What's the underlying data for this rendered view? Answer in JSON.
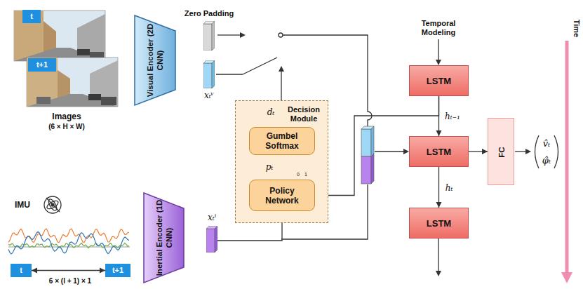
{
  "diagram": {
    "nodes": [
      {
        "text": [
          "t"
        ]
      },
      {
        "text": [
          "t+1"
        ]
      },
      {
        "text": [
          "Visual Encoder (2D CNN)"
        ]
      },
      {
        "text": [
          "Zero Padding"
        ]
      },
      {
        "text": [
          "xₜᵛ"
        ]
      },
      {
        "text": [
          "Decision Module"
        ]
      },
      {
        "text": [
          "Gumbel Softmax"
        ],
        "in": 5
      },
      {
        "text": [
          "Policy Network"
        ],
        "in": 5
      },
      {
        "text": [
          "LSTM"
        ]
      },
      {
        "text": [
          "LSTM"
        ]
      },
      {
        "text": [
          "LSTM"
        ]
      },
      {
        "text": [
          "FC"
        ]
      },
      {
        "text": [
          "Inertial Encoder (1D CNN)"
        ]
      },
      {
        "text": [
          "xₜⁱ"
        ]
      },
      {
        "text": [
          "t"
        ]
      },
      {
        "text": [
          "t+1"
        ]
      }
    ],
    "edges": [
      {
        "from": 13,
        "to": 7,
        "arrow": "to"
      },
      {
        "from": 7,
        "to": 6,
        "arrow": "to",
        "label": "pₜ"
      },
      {
        "from": 8,
        "to": 9,
        "arrow": "to",
        "label": "hₜ₋₁"
      },
      {
        "from": 8,
        "to": 7,
        "arrow": "to"
      },
      {
        "from": 9,
        "to": 10,
        "arrow": "to",
        "label": "hₜ"
      },
      {
        "from": 9,
        "to": 11,
        "arrow": "to"
      },
      {
        "from": 14,
        "to": 15,
        "arrow": "both"
      }
    ],
    "labels": [
      "Images",
      "(6 × H × W)",
      "Temporal Modeling",
      "dₜ",
      "0",
      "1",
      "IMU",
      "6 × (l + 1) × 1",
      "v̂ₜ",
      "φ̂ₜ",
      "Time"
    ]
  }
}
